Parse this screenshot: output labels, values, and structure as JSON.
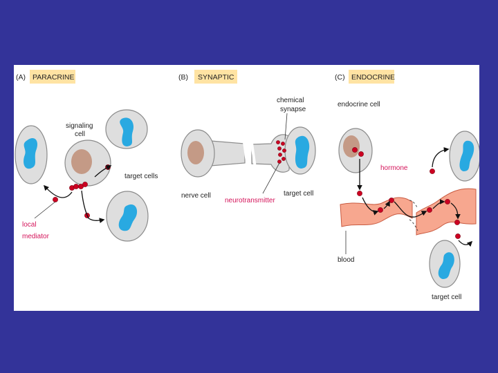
{
  "slide": {
    "background_color": "#333399",
    "panel_color": "#ffffff"
  },
  "colors": {
    "cell_fill": "#dedede",
    "cell_stroke": "#8a8a8a",
    "nucleus_blue": "#29a9e1",
    "nucleus_brown": "#c49a86",
    "molecule_red": "#cc0022",
    "tag_yellow": "#ffe3a3",
    "blood_vessel": "#f7a78f",
    "red_label": "#d4145a"
  },
  "panels": {
    "a": {
      "letter": "(A)",
      "title": "PARACRINE",
      "labels": {
        "signaling_cell": [
          "signaling",
          "cell"
        ],
        "target_cells": "target cells",
        "local_mediator": [
          "local",
          "mediator"
        ]
      }
    },
    "b": {
      "letter": "(B)",
      "title": "SYNAPTIC",
      "labels": {
        "chemical_synapse": [
          "chemical",
          "synapse"
        ],
        "nerve_cell": "nerve cell",
        "neurotransmitter": "neurotransmitter",
        "target_cell": "target cell"
      }
    },
    "c": {
      "letter": "(C)",
      "title": "ENDOCRINE",
      "labels": {
        "endocrine_cell": "endocrine cell",
        "hormone": "hormone",
        "blood": "blood",
        "target_cell": "target cell"
      }
    }
  }
}
